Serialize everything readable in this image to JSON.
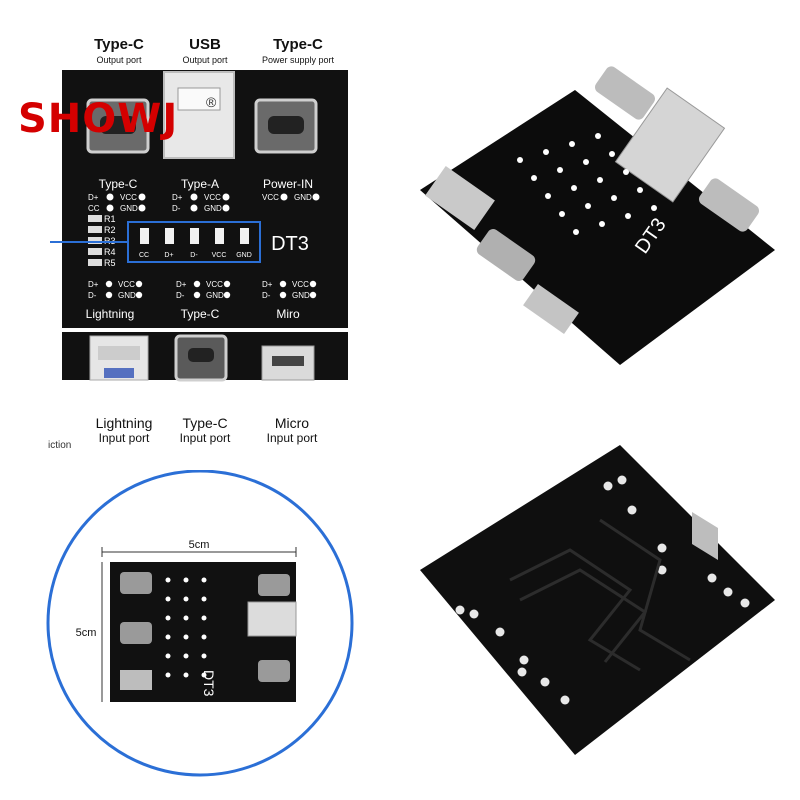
{
  "brand": {
    "text": "SHOWJ",
    "reg_mark": "®"
  },
  "top_labels": [
    {
      "title": "Type-C",
      "sub": "Output port"
    },
    {
      "title": "USB",
      "sub": "Output port"
    },
    {
      "title": "Type-C",
      "sub": "Power supply port"
    }
  ],
  "bottom_labels": [
    {
      "title": "Lightning",
      "sub": "Input port"
    },
    {
      "title": "Type-C",
      "sub": "Input port"
    },
    {
      "title": "Micro",
      "sub": "Input port"
    }
  ],
  "side_fragment": "iction",
  "board": {
    "model": "DT3",
    "sections_top": [
      "Type-C",
      "Type-A",
      "Power-IN"
    ],
    "sections_bottom": [
      "Lightning",
      "Type-C",
      "Miro"
    ],
    "resistors": [
      "R1",
      "R2",
      "R3",
      "R4",
      "R5"
    ],
    "leds": [
      "CC",
      "D+",
      "D-",
      "VCC",
      "GND"
    ],
    "pins_top_left": [
      "D+",
      "VCC",
      "CC",
      "GND"
    ],
    "pins_top_mid": [
      "D+",
      "VCC",
      "D-",
      "GND"
    ],
    "pins_top_right": [
      "VCC",
      "GND"
    ],
    "pins_bottom": [
      "D+",
      "VCC",
      "D-",
      "GND"
    ]
  },
  "dimensions": {
    "width": "5cm",
    "height": "5cm"
  }
}
